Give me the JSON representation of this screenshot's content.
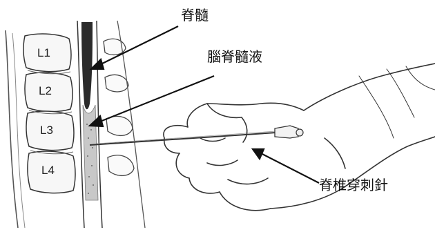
{
  "labels": {
    "spinal_cord": "脊髓",
    "csf": "腦脊髓液",
    "needle": "脊椎穿刺針"
  },
  "vertebrae": [
    "L1",
    "L2",
    "L3",
    "L4"
  ],
  "colors": {
    "ink": "#111111",
    "stroke": "#333333",
    "shading": "#555555"
  }
}
